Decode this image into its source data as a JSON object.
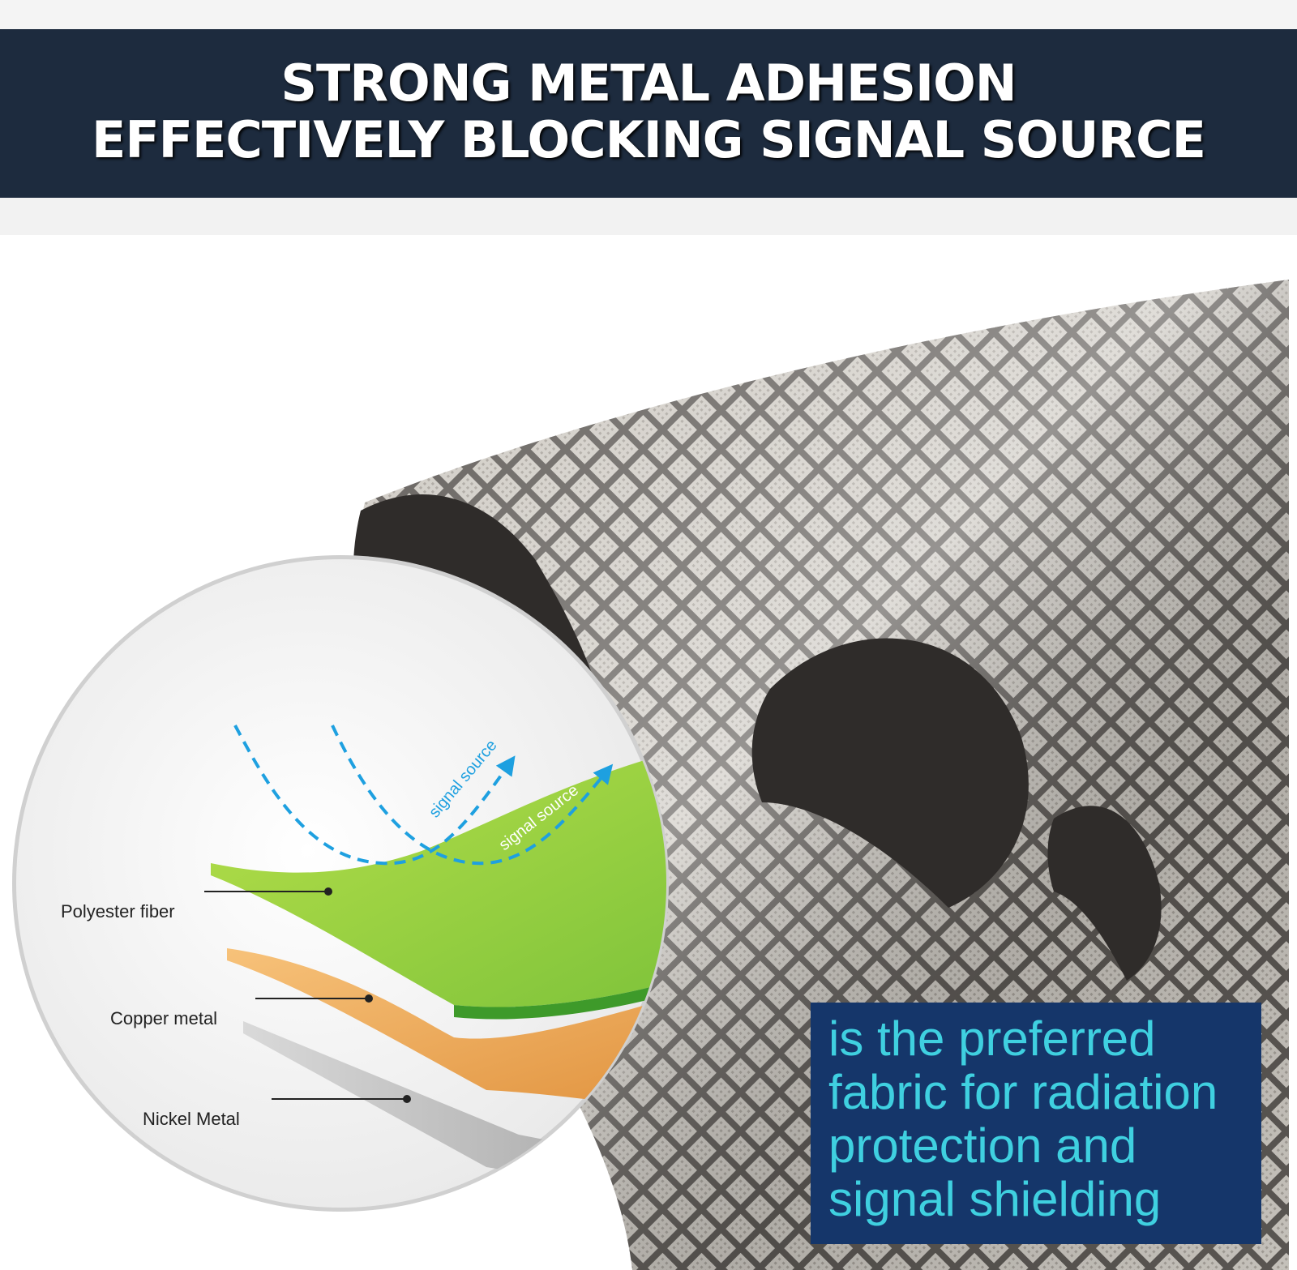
{
  "banner": {
    "line1": "STRONG METAL ADHESION",
    "line2": "EFFECTIVELY BLOCKING SIGNAL SOURCE"
  },
  "diagram": {
    "signal_label_1": "signal source",
    "signal_label_2": "signal source",
    "layers": [
      {
        "label": "Polyester fiber",
        "color": "#8cc63f"
      },
      {
        "label": "Copper metal",
        "color": "#e8a04a"
      },
      {
        "label": "Nickel Metal",
        "color": "#c8c8c8"
      }
    ],
    "signal_color": "#1ea0e0"
  },
  "info_box": {
    "lines": [
      "is the preferred",
      "fabric for radiation",
      "protection and",
      "signal shielding"
    ]
  }
}
